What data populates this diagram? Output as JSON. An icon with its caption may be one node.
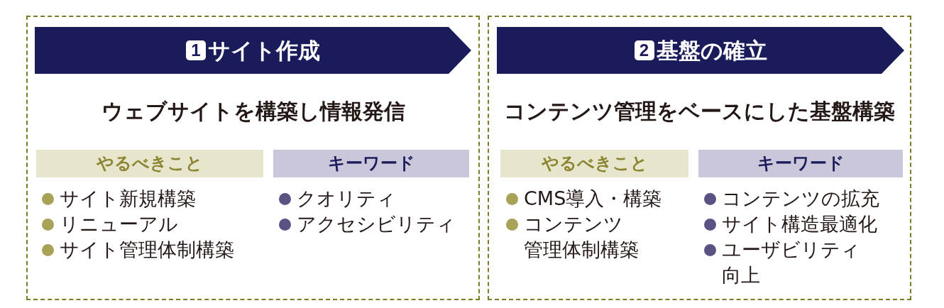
{
  "diagram": {
    "nodes": [
      {
        "text": [
          "ウェブサイトを構築し情報発信"
        ]
      },
      {
        "text": [
          "1",
          "サイト作成"
        ],
        "in": 0
      },
      {
        "text": [
          "やるべきこと"
        ],
        "beside": [
          "サイト新規構築",
          "リニューアル",
          "サイト管理体制構築"
        ],
        "in": 0
      },
      {
        "text": [
          "キーワード"
        ],
        "beside": [
          "クオリティ",
          "アクセシビリティ"
        ],
        "in": 0
      },
      {
        "text": [
          "コンテンツ管理をベースにした基盤構築"
        ]
      },
      {
        "text": [
          "2",
          "基盤の確立"
        ],
        "in": 4
      },
      {
        "text": [
          "やるべきこと"
        ],
        "beside": [
          "CMS導入・構築",
          "コンテンツ管理体制構築"
        ],
        "in": 4
      },
      {
        "text": [
          "キーワード"
        ],
        "beside": [
          "コンテンツの拡充",
          "サイト構造最適化",
          "ユーザビリティ向上"
        ],
        "in": 4
      }
    ]
  }
}
